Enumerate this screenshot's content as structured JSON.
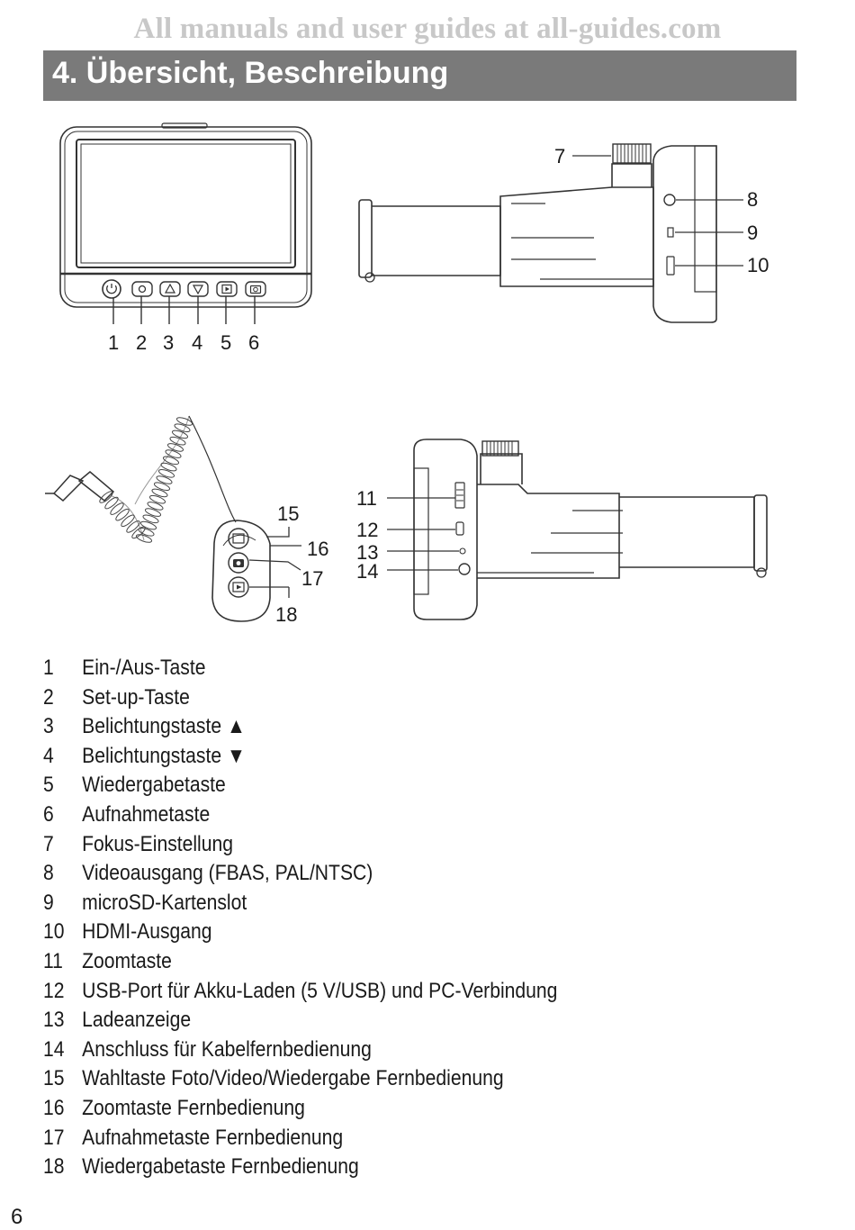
{
  "watermark": "All manuals and user guides at all-guides.com",
  "section_title": "4. Übersicht, Beschreibung",
  "callouts": {
    "c1": "1",
    "c2": "2",
    "c3": "3",
    "c4": "4",
    "c5": "5",
    "c6": "6",
    "c7": "7",
    "c8": "8",
    "c9": "9",
    "c10": "10",
    "c11": "11",
    "c12": "12",
    "c13": "13",
    "c14": "14",
    "c15": "15",
    "c16": "16",
    "c17": "17",
    "c18": "18"
  },
  "legend": [
    {
      "num": "1",
      "text": "Ein-/Aus-Taste"
    },
    {
      "num": "2",
      "text": "Set-up-Taste"
    },
    {
      "num": "3",
      "text": "Belichtungstaste ▲"
    },
    {
      "num": "4",
      "text": "Belichtungstaste ▼"
    },
    {
      "num": "5",
      "text": "Wiedergabetaste"
    },
    {
      "num": "6",
      "text": "Aufnahmetaste"
    },
    {
      "num": "7",
      "text": "Fokus-Einstellung"
    },
    {
      "num": "8",
      "text": "Videoausgang (FBAS, PAL/NTSC)"
    },
    {
      "num": "9",
      "text": "microSD-Kartenslot"
    },
    {
      "num": "10",
      "text": "HDMI-Ausgang"
    },
    {
      "num": "11",
      "text": "Zoomtaste"
    },
    {
      "num": "12",
      "text": "USB-Port für Akku-Laden (5 V/USB) und PC-Verbindung"
    },
    {
      "num": "13",
      "text": "Ladeanzeige"
    },
    {
      "num": "14",
      "text": "Anschluss für Kabelfernbedienung"
    },
    {
      "num": "15",
      "text": "Wahltaste Foto/Video/Wiedergabe Fernbedienung"
    },
    {
      "num": "16",
      "text": "Zoomtaste Fernbedienung"
    },
    {
      "num": "17",
      "text": "Aufnahmetaste Fernbedienung"
    },
    {
      "num": "18",
      "text": "Wiedergabetaste Fernbedienung"
    }
  ],
  "page_number": "6",
  "icons": {
    "device_buttons": [
      "power-icon",
      "setup-icon",
      "up-triangle-icon",
      "down-triangle-icon",
      "playback-icon",
      "record-icon"
    ],
    "remote_buttons": [
      "mode-icon",
      "camera-icon",
      "play-icon"
    ]
  }
}
